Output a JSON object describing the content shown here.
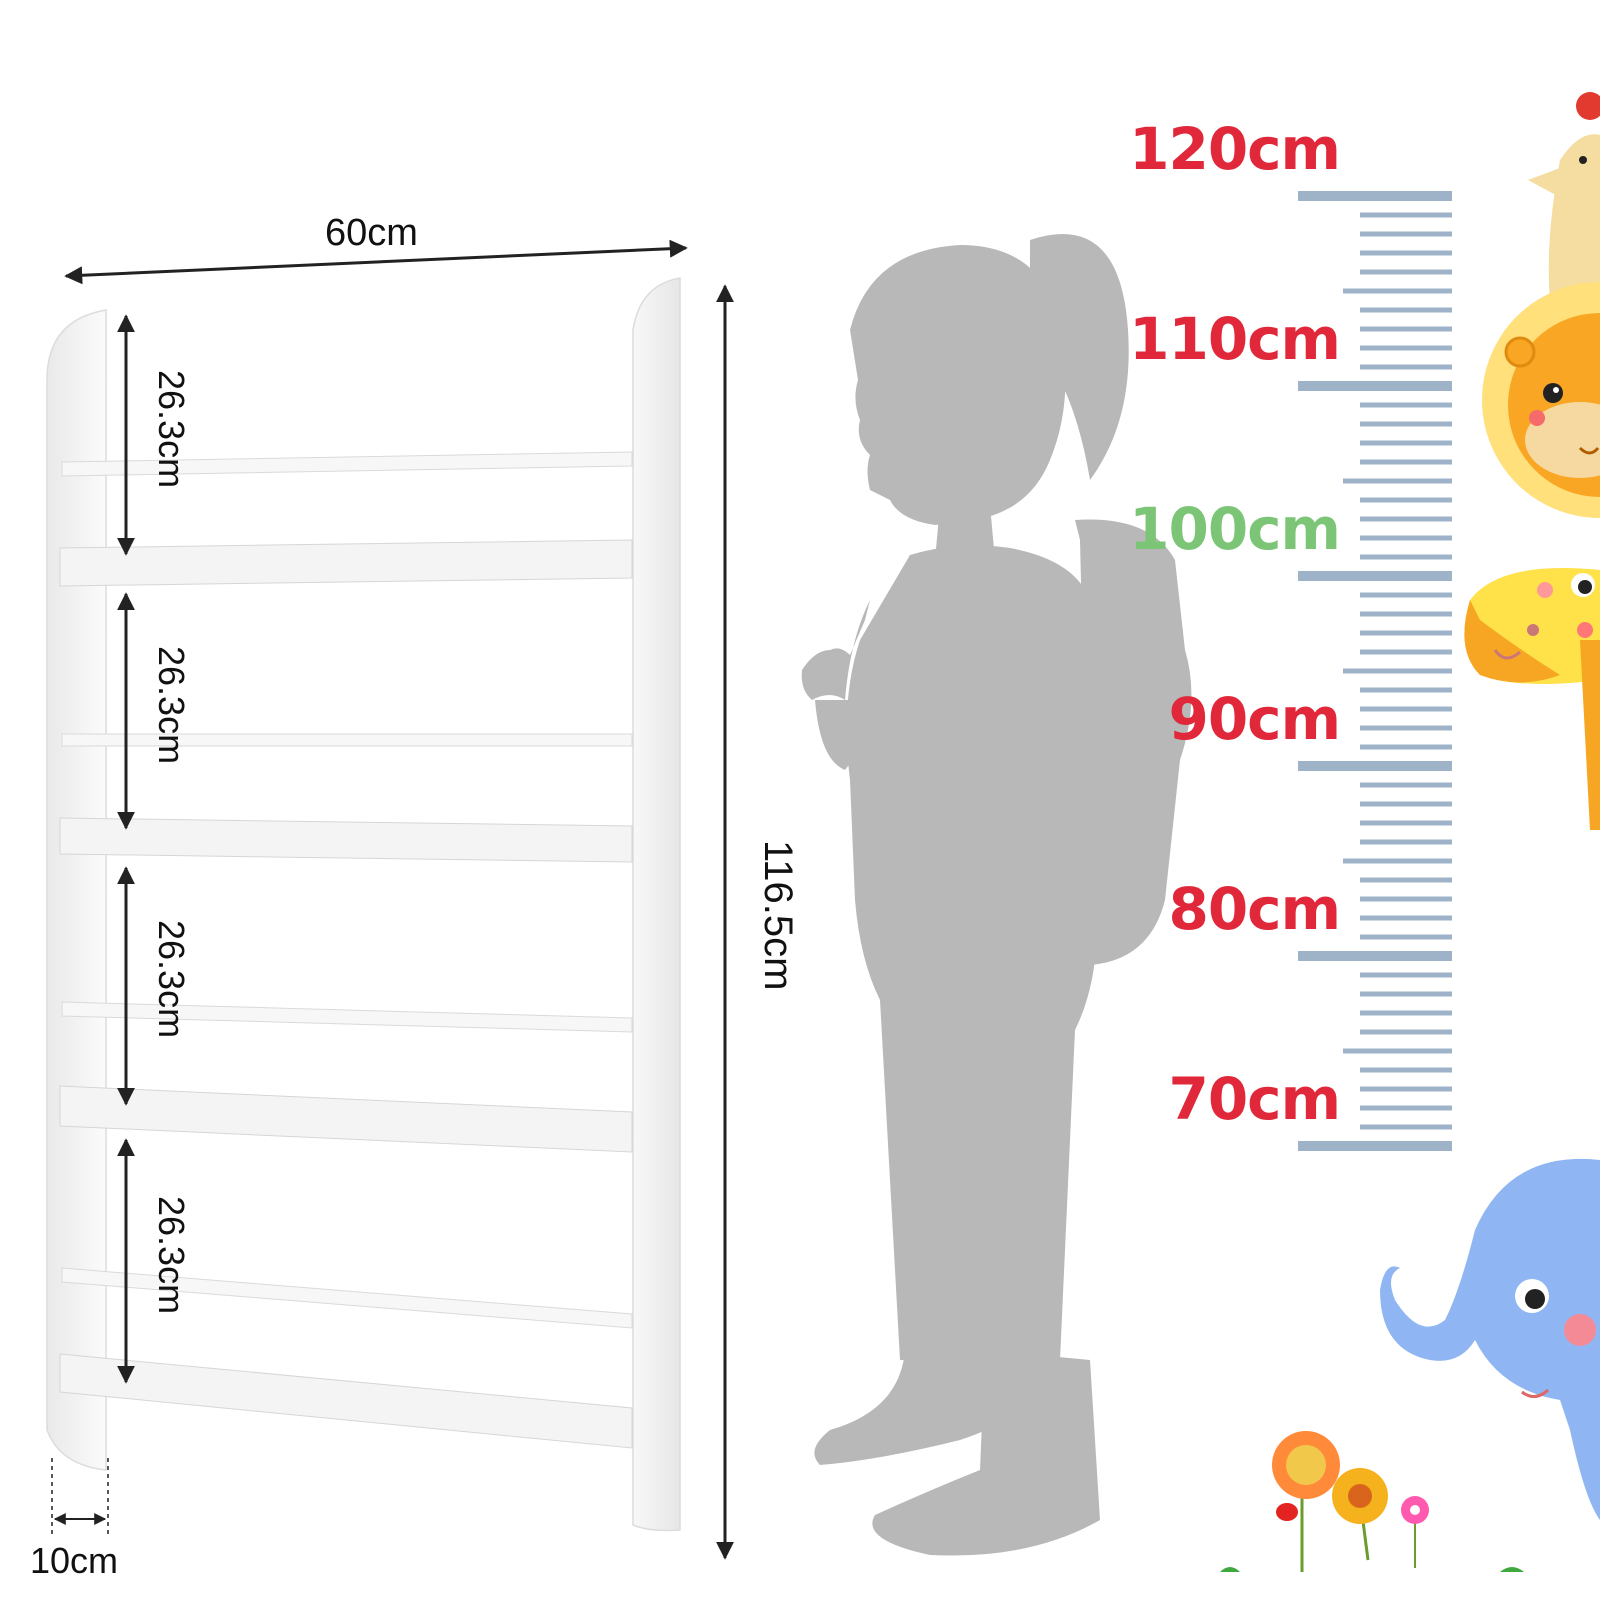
{
  "shelf": {
    "width_label": "60cm",
    "height_label": "116.5cm",
    "depth_label": "10cm",
    "gap_labels": [
      "26.3cm",
      "26.3cm",
      "26.3cm",
      "26.3cm"
    ]
  },
  "height_chart": {
    "labels": [
      {
        "text": "120cm",
        "color": "#e0283a"
      },
      {
        "text": "110cm",
        "color": "#e0283a"
      },
      {
        "text": "100cm",
        "color": "#7cc576"
      },
      {
        "text": "90cm",
        "color": "#e0283a"
      },
      {
        "text": "80cm",
        "color": "#e0283a"
      },
      {
        "text": "70cm",
        "color": "#e0283a"
      }
    ],
    "tick_color": "#9fb3c8"
  }
}
